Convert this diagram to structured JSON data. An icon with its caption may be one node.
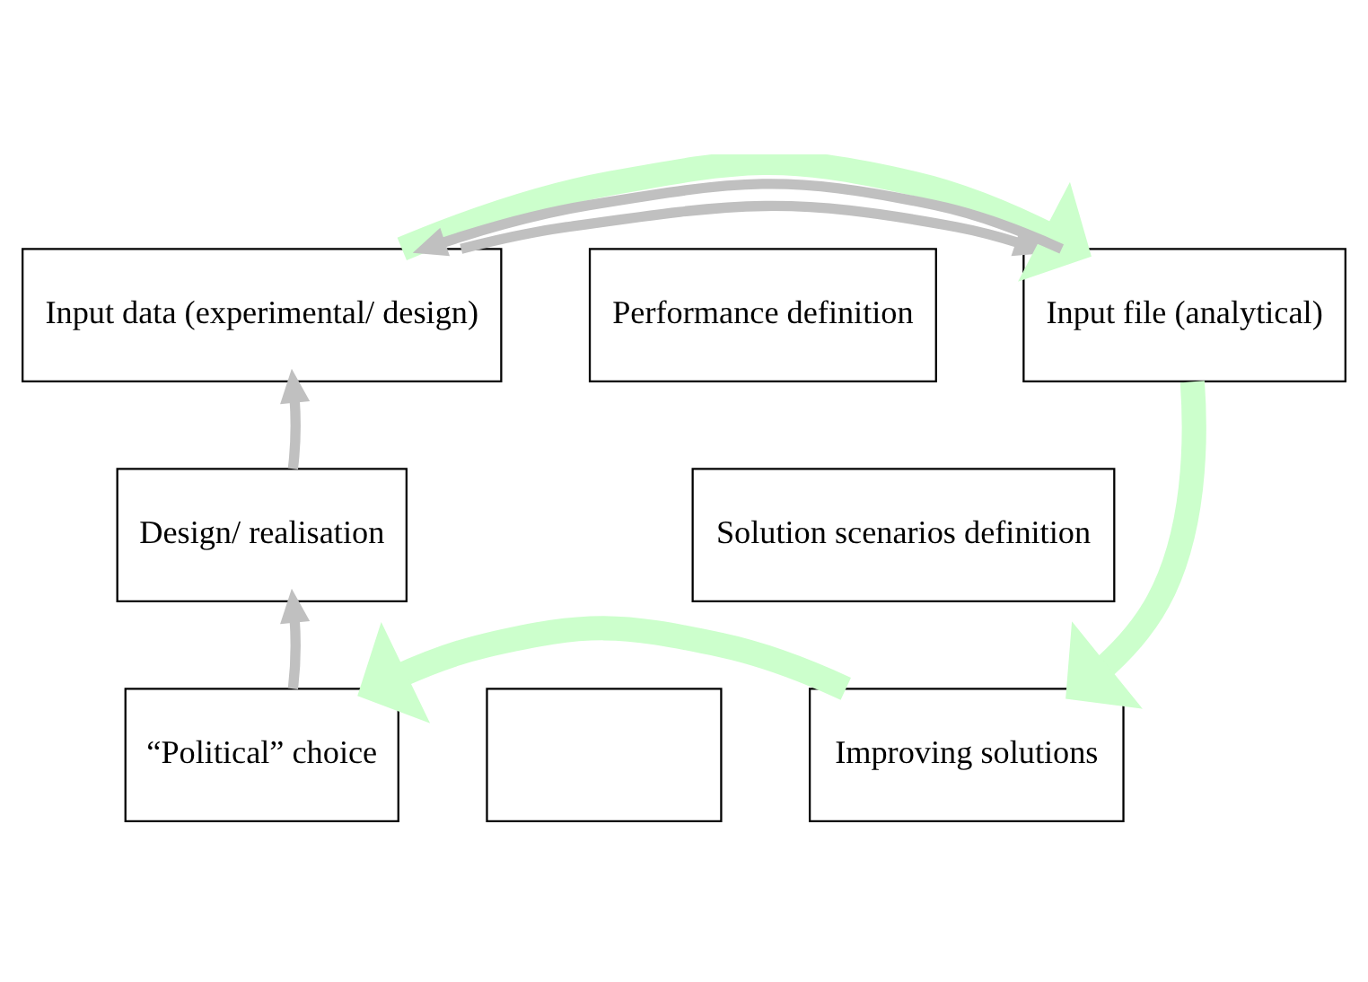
{
  "diagram": {
    "nodes": [
      {
        "text": [
          "Input data (experimental/ design)"
        ]
      },
      {
        "text": [
          "Performance definition"
        ]
      },
      {
        "text": [
          "Input file (analytical)"
        ]
      },
      {
        "text": [
          "Design/ realisation"
        ]
      },
      {
        "text": [
          "Solution scenarios definition"
        ]
      },
      {
        "text": [
          "“Political” choice"
        ]
      },
      {
        "text": [],
        "shape": "box"
      },
      {
        "text": [
          "Improving solutions"
        ]
      }
    ],
    "edges": [
      {
        "from": 0,
        "to": 2,
        "arrow": "to"
      },
      {
        "from": 2,
        "to": 0,
        "arrow": "to"
      },
      {
        "from": 0,
        "to": 2,
        "arrow": "to",
        "style": "thick",
        "color": "#ccffcc"
      },
      {
        "from": 2,
        "to": 7,
        "arrow": "to",
        "style": "thick",
        "color": "#ccffcc"
      },
      {
        "from": 7,
        "to": 5,
        "arrow": "to",
        "style": "thick",
        "color": "#ccffcc"
      },
      {
        "from": 3,
        "to": 0,
        "arrow": "to"
      },
      {
        "from": 5,
        "to": 3,
        "arrow": "to"
      }
    ]
  }
}
